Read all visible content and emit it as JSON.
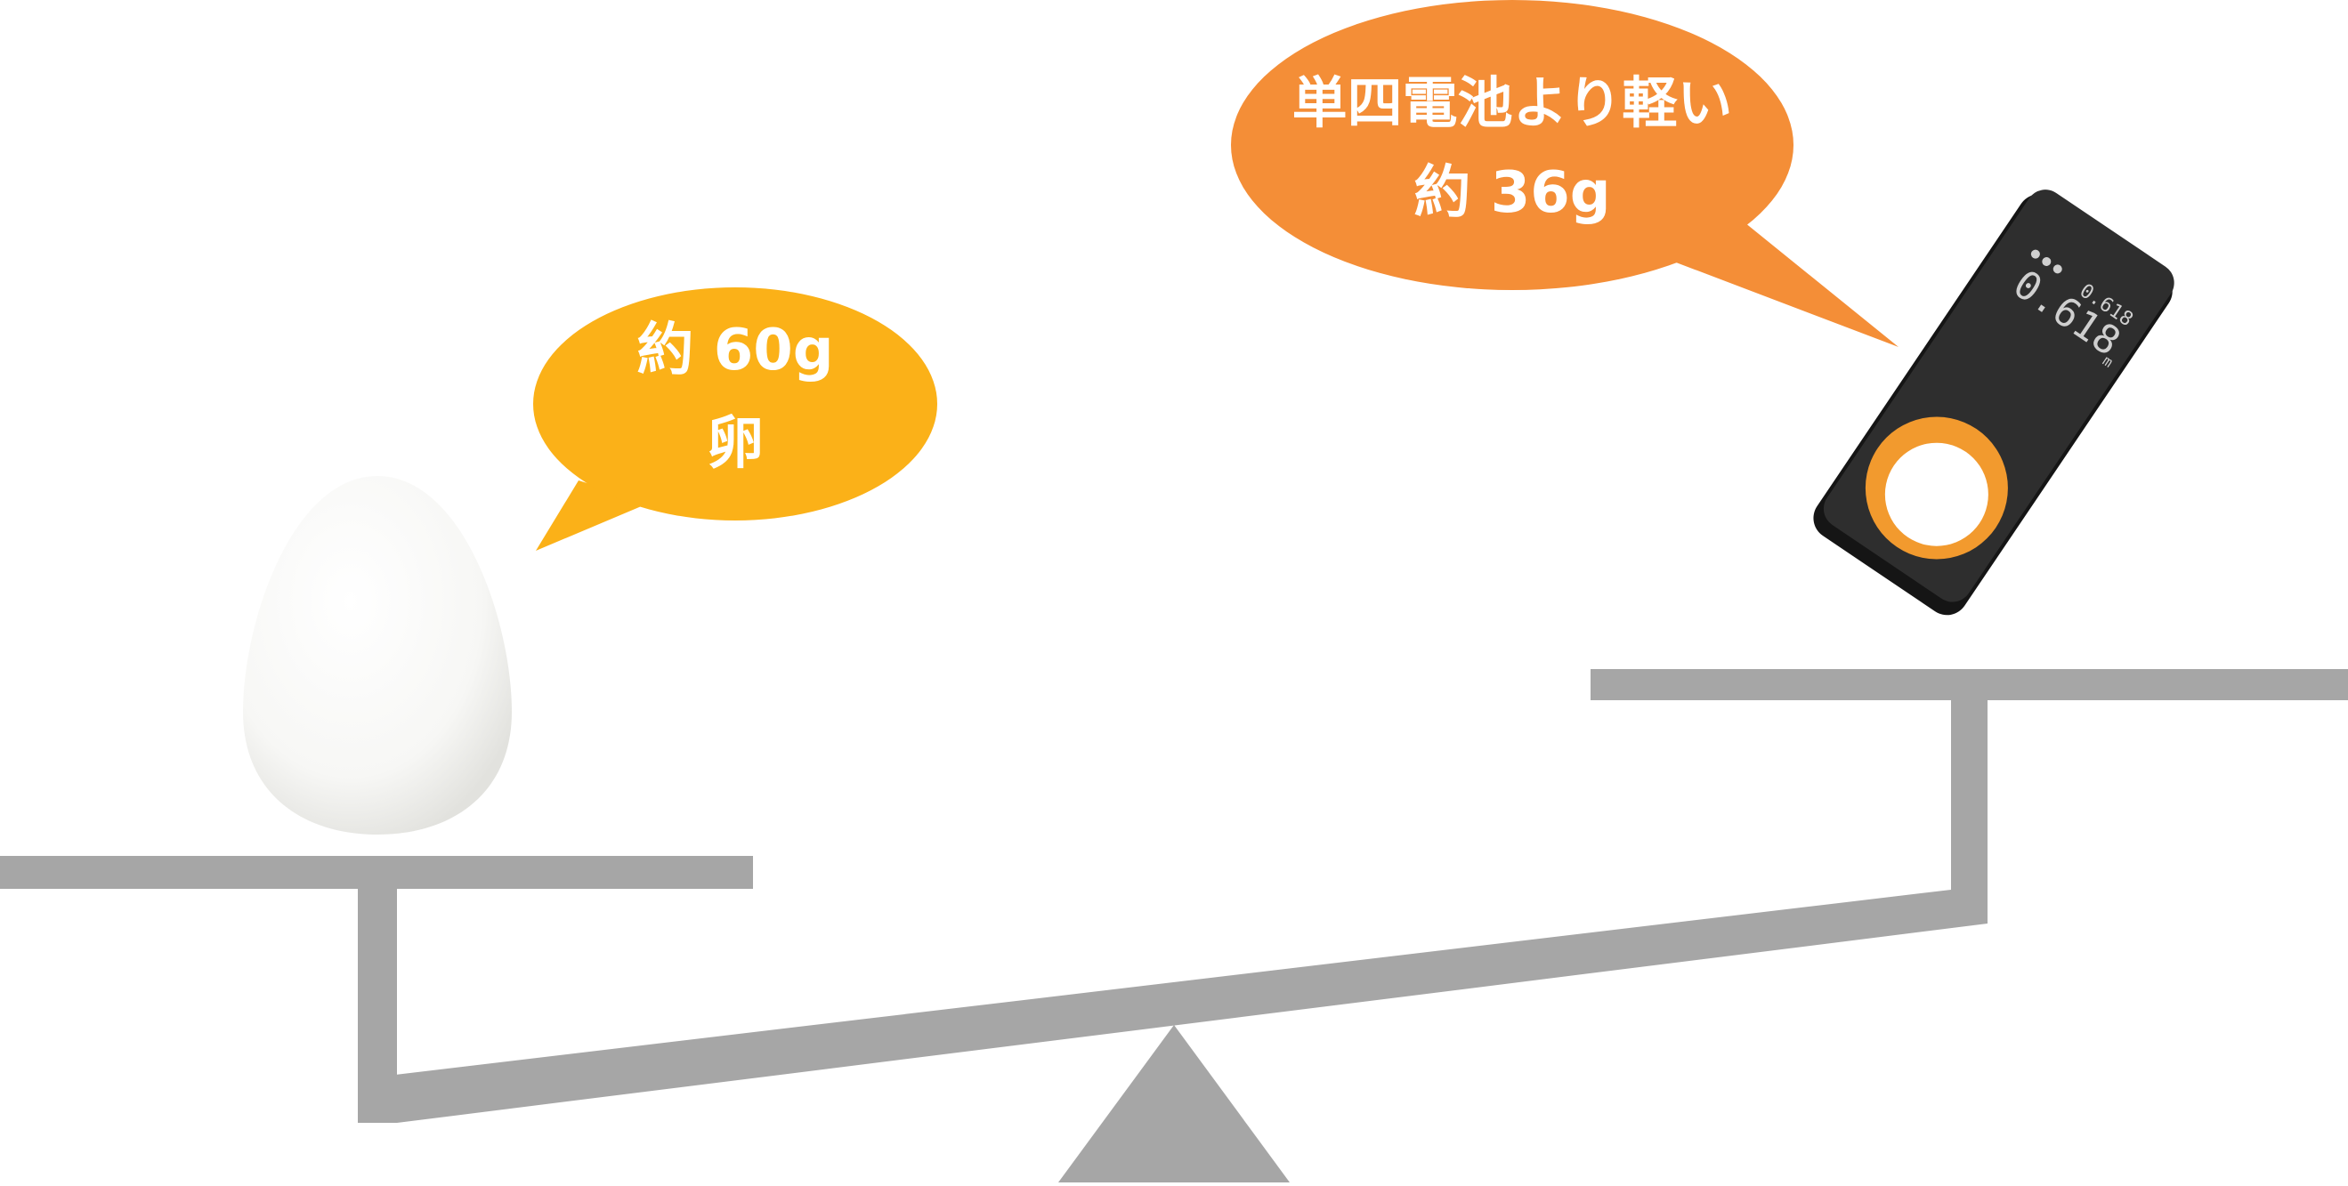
{
  "egg_bubble": {
    "line1": "約 60g",
    "line2": "卵",
    "color": "#FBB118"
  },
  "device_bubble": {
    "line1": "単四電池より軽い",
    "line2": "約 36g",
    "color": "#F48E37"
  },
  "device": {
    "display_small": "0.618",
    "display_large": "0.618",
    "display_unit": "m",
    "body_color": "#2E2E2E",
    "ring_color": "#F29A2E"
  },
  "scale": {
    "color": "#A6A6A6"
  }
}
